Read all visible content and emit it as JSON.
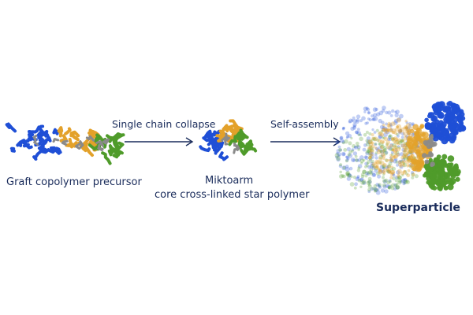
{
  "diagram": {
    "stages": [
      {
        "id": "graft",
        "label": "Graft copolymer precursor"
      },
      {
        "id": "miktoarm",
        "label_line1": "Miktoarm",
        "label_line2": "core cross-linked star polymer"
      },
      {
        "id": "superparticle",
        "label": "Superparticle"
      }
    ],
    "arrows": [
      {
        "label": "Single chain collapse"
      },
      {
        "label": "Self-assembly"
      }
    ],
    "colors": {
      "blue": "#1f4fd6",
      "orange": "#e3a12a",
      "green": "#4f9b2a",
      "gray": "#8a8a8a",
      "text": "#1a2c5b",
      "arrow": "#1a2c5b"
    }
  }
}
